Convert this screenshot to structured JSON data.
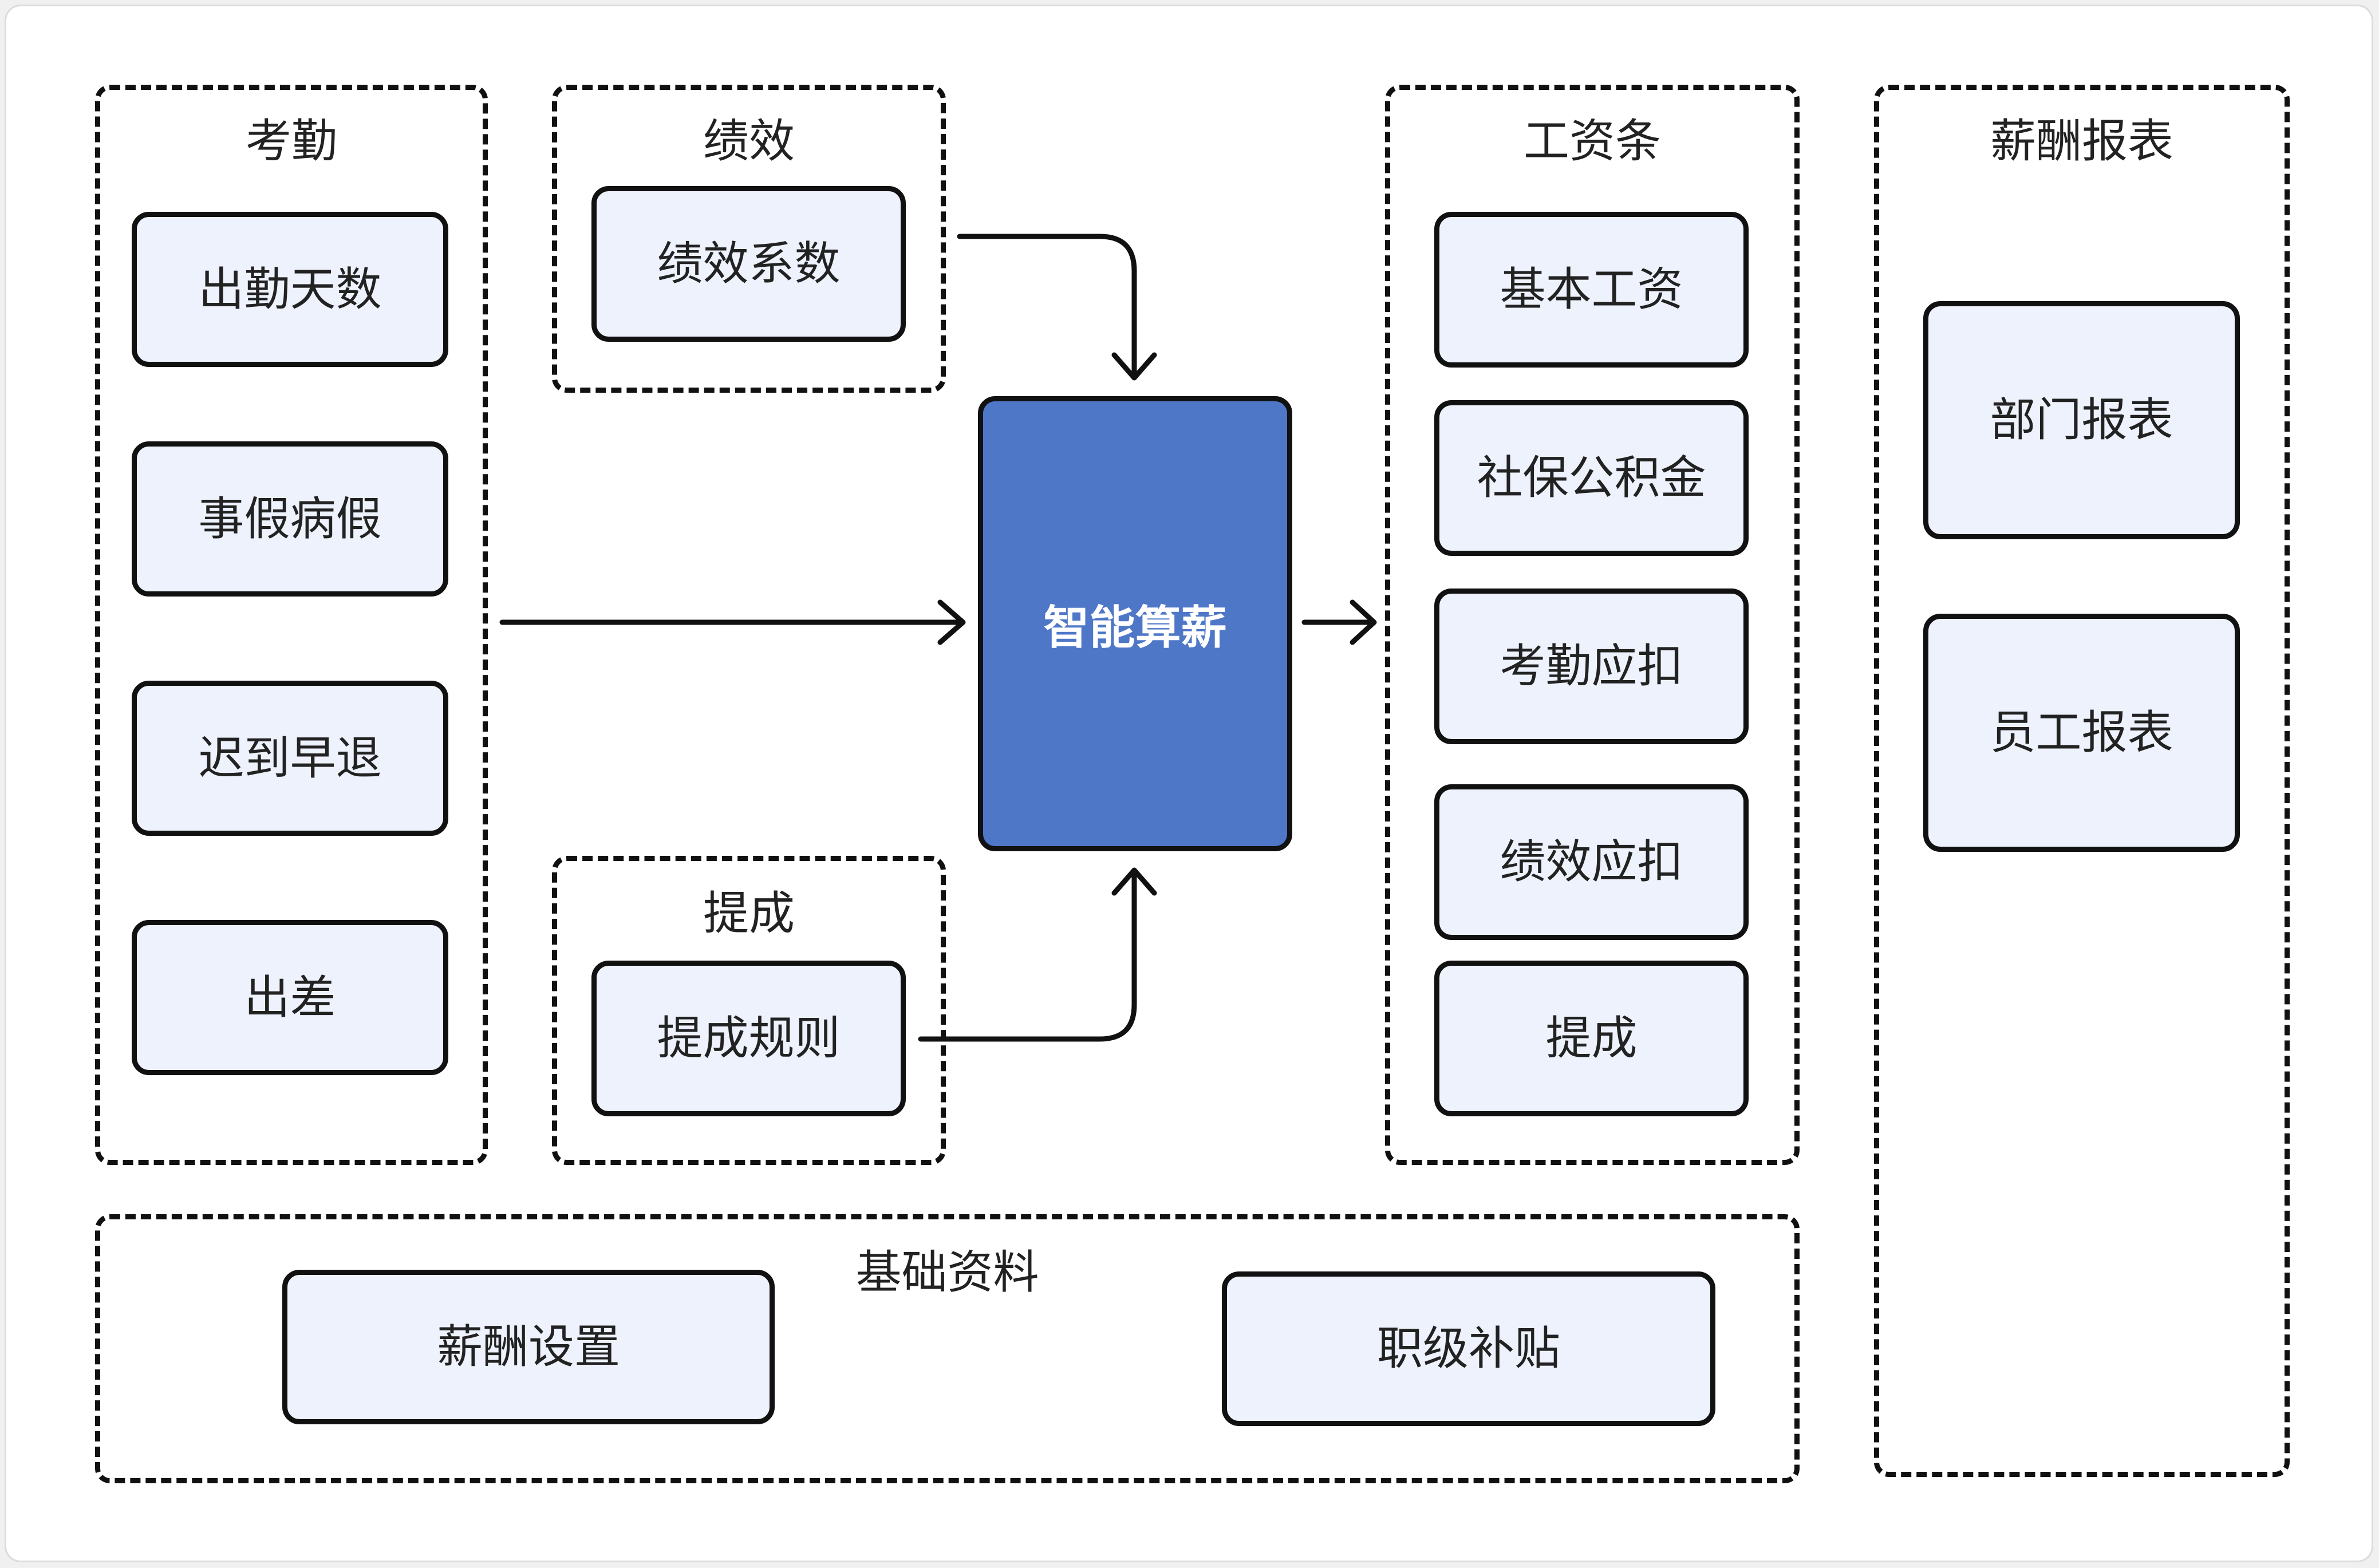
{
  "groups": {
    "attendance": {
      "title": "考勤",
      "items": [
        "出勤天数",
        "事假病假",
        "迟到早退",
        "出差"
      ]
    },
    "performance": {
      "title": "绩效",
      "items": [
        "绩效系数"
      ]
    },
    "commission": {
      "title": "提成",
      "items": [
        "提成规则"
      ]
    },
    "payslip": {
      "title": "工资条",
      "items": [
        "基本工资",
        "社保公积金",
        "考勤应扣",
        "绩效应扣",
        "提成"
      ]
    },
    "report": {
      "title": "薪酬报表",
      "items": [
        "部门报表",
        "员工报表"
      ]
    },
    "base": {
      "title": "基础资料",
      "items": [
        "薪酬设置",
        "职级补贴"
      ]
    }
  },
  "core": {
    "label": "智能算薪",
    "color": "#4f77c7"
  },
  "colors": {
    "node_fill": "#edf2fc",
    "stroke": "#111111"
  }
}
